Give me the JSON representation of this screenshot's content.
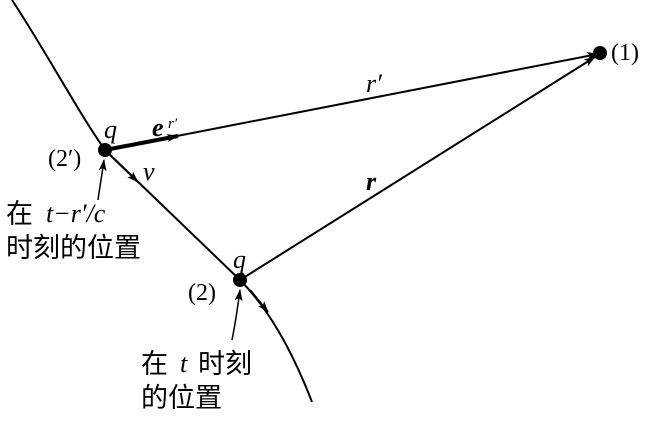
{
  "labels": {
    "point1": "(1)",
    "point2": "(2)",
    "point2prime": "(2′)",
    "charge_retarded": "q",
    "charge_present": "q",
    "r_prime": "r′",
    "r_vec": "r",
    "unit_vector": "e",
    "unit_vector_sub": "r′",
    "velocity": "v",
    "retarded_caption_line1_cn": "在",
    "retarded_caption_line1_math": "t−r′/c",
    "retarded_caption_line2": "时刻的位置",
    "present_caption_line1_cn1": "在",
    "present_caption_line1_math": "t",
    "present_caption_line1_cn2": "时刻",
    "present_caption_line2": "的位置"
  }
}
